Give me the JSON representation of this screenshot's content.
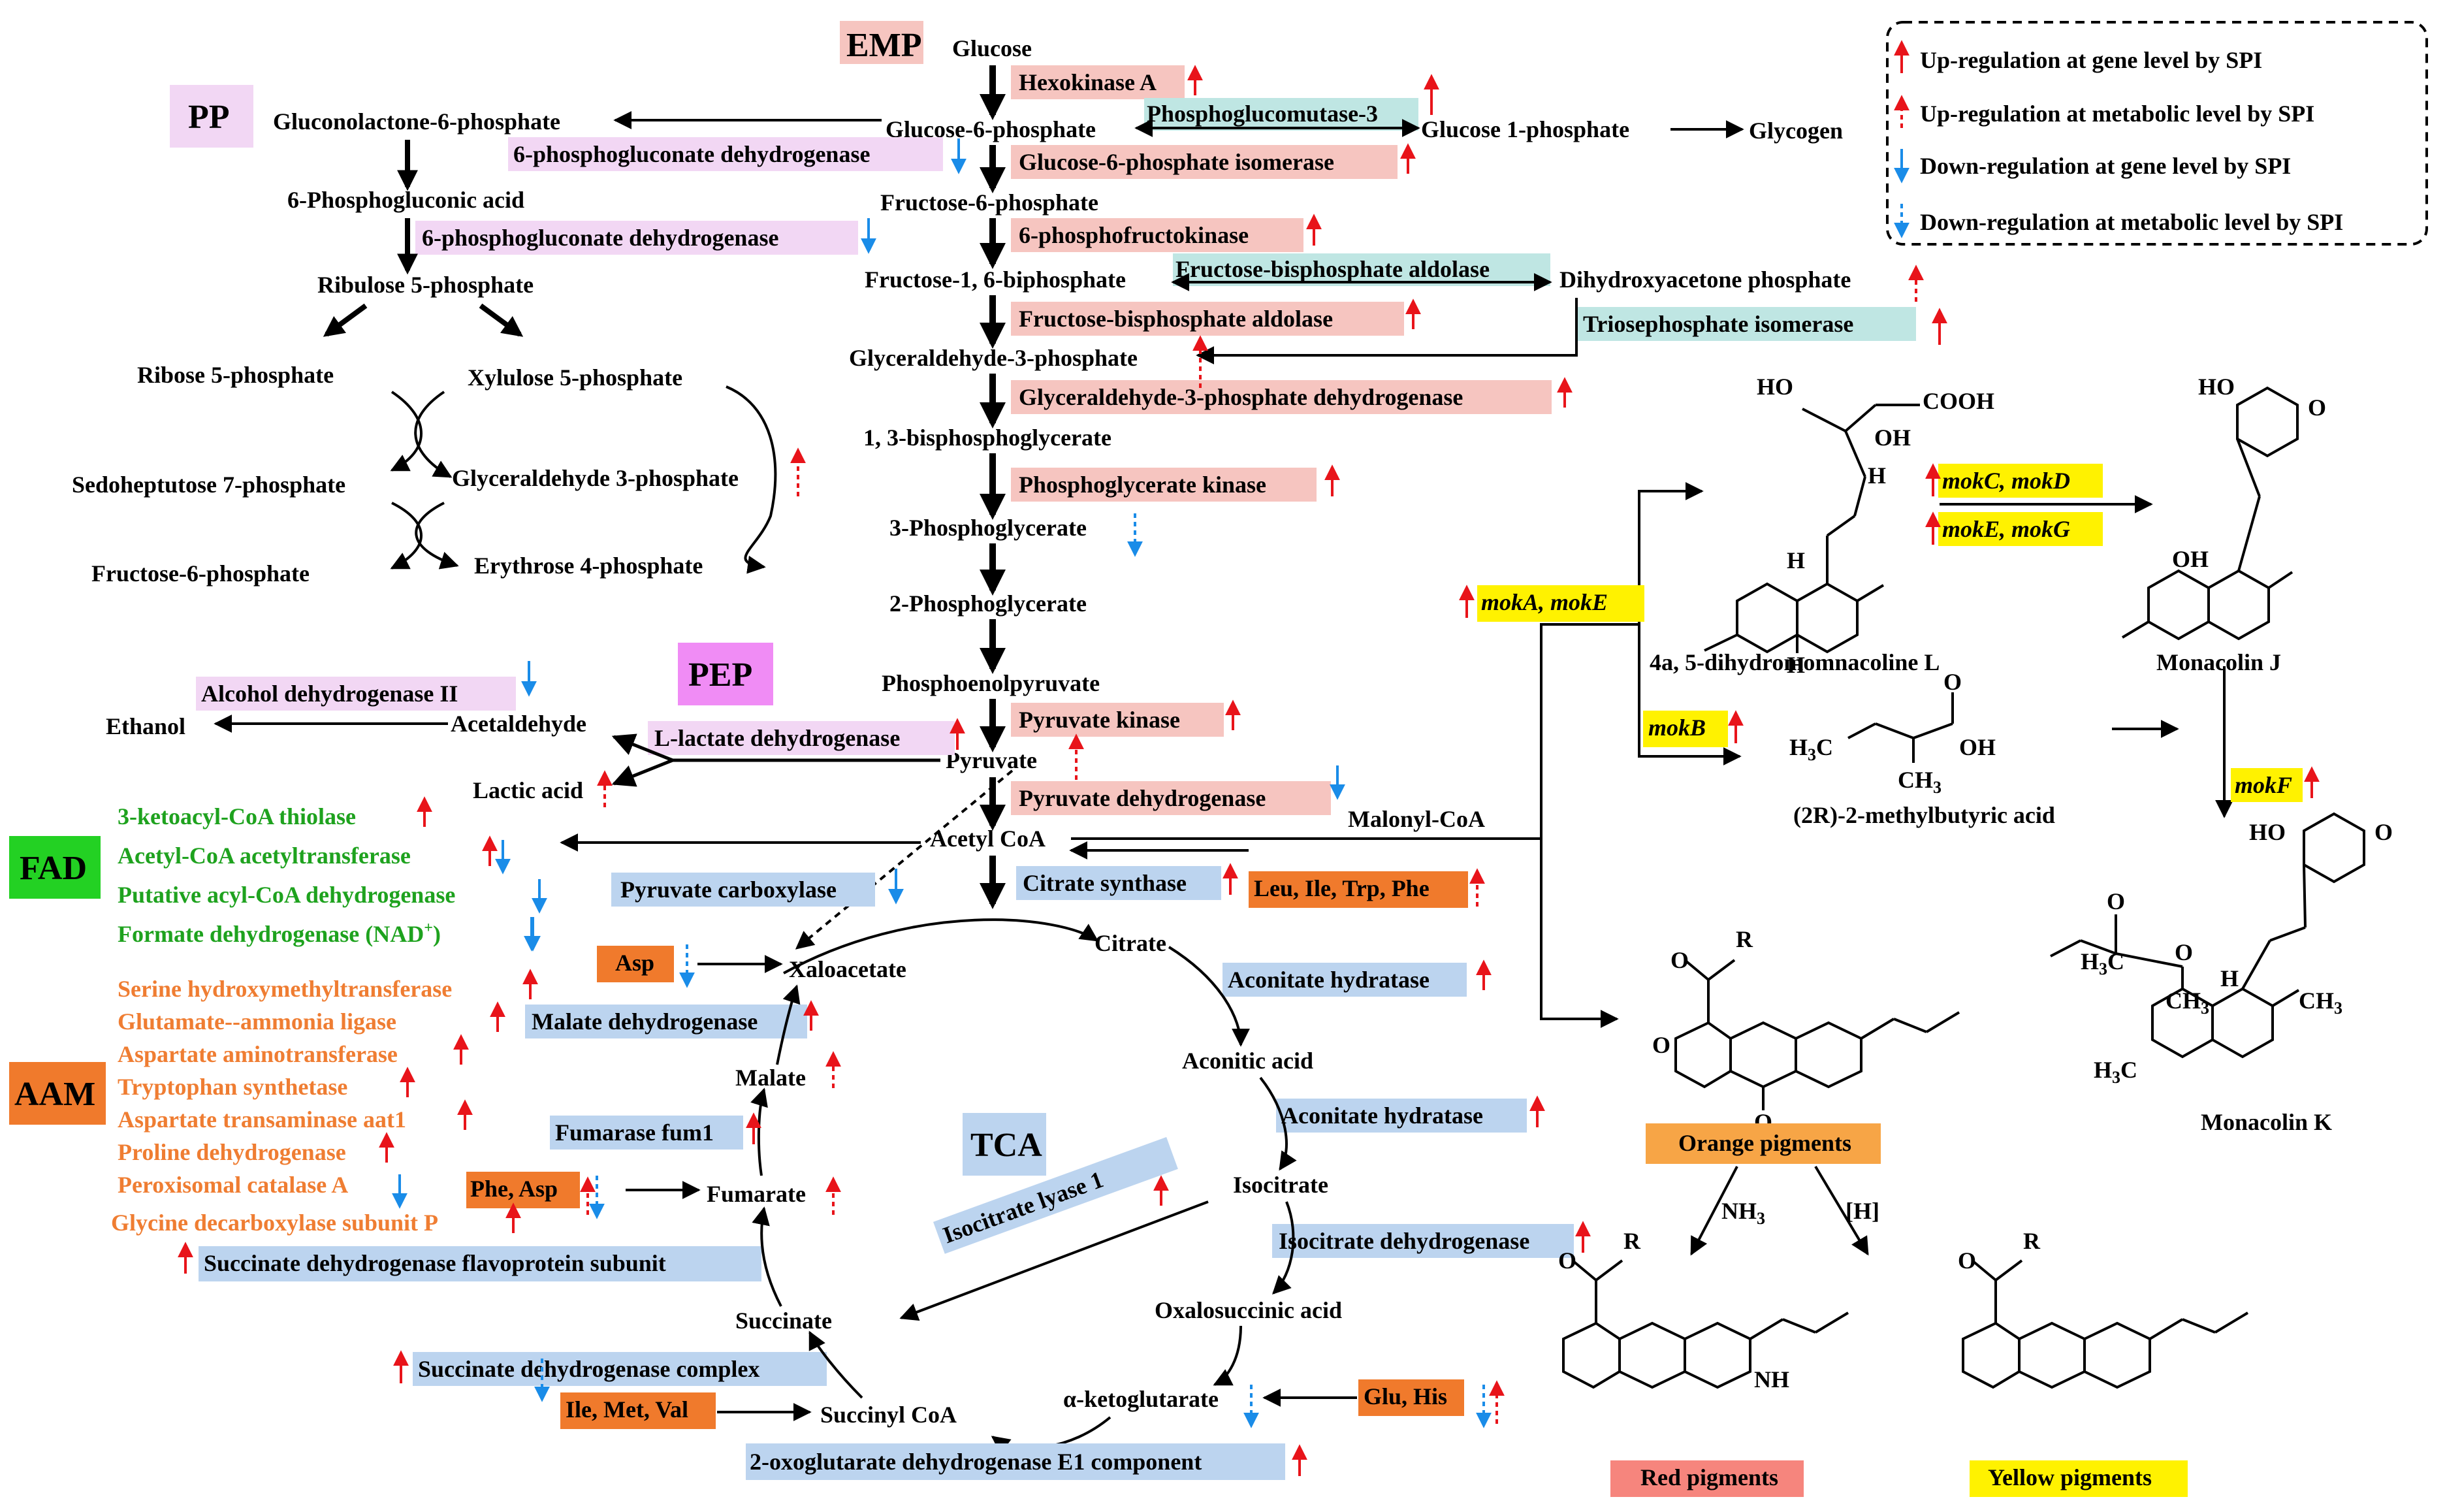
{
  "colors": {
    "emp": "#f6c5c0",
    "pp": "#f2d7f4",
    "pep": "#f08cf5",
    "tca": "#bcd4ef",
    "teal": "#bfe6e3",
    "aa_box": "#f07a2c",
    "fad": "#23d123",
    "aam": "#f07a2c",
    "gene_highlight": "#fff200",
    "orange_pig": "#f7a546",
    "red_pig": "#f6857d",
    "yellow_pig": "#fff200",
    "up": "#e8141a",
    "down": "#1a8ce8",
    "green_text": "#1ea21e",
    "orange_text": "#ef7d32"
  },
  "legend": {
    "items": [
      {
        "label": "Up-regulation at gene level by SPI",
        "icon": "up-arrow-solid-icon"
      },
      {
        "label": "Up-regulation at metabolic level by SPI",
        "icon": "up-arrow-dashed-icon"
      },
      {
        "label": "Down-regulation at gene level by SPI",
        "icon": "down-arrow-solid-icon"
      },
      {
        "label": "Down-regulation at metabolic level by SPI",
        "icon": "down-arrow-dashed-icon"
      }
    ]
  },
  "sections": {
    "emp": "EMP",
    "pp": "PP",
    "pep": "PEP",
    "tca": "TCA",
    "fad": "FAD",
    "aam": "AAM"
  },
  "metabolites": {
    "glucose": "Glucose",
    "g6p": "Glucose-6-phosphate",
    "g1p": "Glucose 1-phosphate",
    "glycogen": "Glycogen",
    "f6p": "Fructose-6-phosphate",
    "f16bp": "Fructose-1, 6-biphosphate",
    "dhap": "Dihydroxyacetone phosphate",
    "g3p": "Glyceraldehyde-3-phosphate",
    "bpg": "1, 3-bisphosphoglycerate",
    "pg3": "3-Phosphoglycerate",
    "pg2": "2-Phosphoglycerate",
    "pep": "Phosphoenolpyruvate",
    "pyruvate": "Pyruvate",
    "acetyl_coa": "Acetyl CoA",
    "malonyl_coa": "Malonyl-CoA",
    "citrate": "Citrate",
    "aconitic": "Aconitic acid",
    "isocitrate": "Isocitrate",
    "oxalosuccinic": "Oxalosuccinic acid",
    "akg": "α-ketoglutarate",
    "succinyl_coa": "Succinyl  CoA",
    "succinate": "Succinate",
    "fumarate": "Fumarate",
    "malate": "Malate",
    "oxaloacetate": "Xaloacetate",
    "gluconolactone": "Gluconolactone-6-phosphate",
    "pgluconic": "6-Phosphogluconic acid",
    "ribulose": "Ribulose 5-phosphate",
    "ribose": "Ribose 5-phosphate",
    "xylulose": "Xylulose 5-phosphate",
    "sedoheptulose": "Sedoheptutose 7-phosphate",
    "gap_pp": "Glyceraldehyde 3-phosphate",
    "f6p_pp": "Fructose-6-phosphate",
    "erythrose": "Erythrose 4-phosphate",
    "ethanol": "Ethanol",
    "acetaldehyde": "Acetaldehyde",
    "lactic": "Lactic acid",
    "dihydromonacolin": "4a, 5-dihydromomnacoline L",
    "monacolin_j": "Monacolin J",
    "monacolin_k": "Monacolin K",
    "methylbutyric": "(2R)-2-methylbutyric acid",
    "nh3": "NH",
    "nh3_sub": "3",
    "h_reduce": "[H]"
  },
  "enzymes": {
    "hexokinase": "Hexokinase A",
    "phosphoglucomutase": "Phosphoglucomutase-3",
    "gpi": "Glucose-6-phosphate isomerase",
    "pfk": "6-phosphofructokinase",
    "fba_teal": "Fructose-bisphosphate aldolase",
    "fba": "Fructose-bisphosphate aldolase",
    "tpi": "Triosephosphate isomerase",
    "gapdh": "Glyceraldehyde-3-phosphate dehydrogenase",
    "pgk": "Phosphoglycerate kinase",
    "pk": "Pyruvate kinase",
    "pdh": "Pyruvate dehydrogenase",
    "ldh": "L-lactate dehydrogenase",
    "adh": "Alcohol dehydrogenase II",
    "pgd1": "6-phosphogluconate dehydrogenase",
    "pgd2": "6-phosphogluconate dehydrogenase",
    "pc": "Pyruvate carboxylase",
    "cs": "Citrate synthase",
    "aco1": "Aconitate hydratase",
    "aco2": "Aconitate hydratase",
    "idh": "Isocitrate dehydrogenase",
    "icl": "Isocitrate lyase 1",
    "mdh": "Malate dehydrogenase",
    "fum": "Fumarase fum1",
    "sdh_fp": "Succinate dehydrogenase flavoprotein subunit",
    "sdh_complex": "Succinate dehydrogenase complex",
    "ogdh": "2-oxoglutarate dehydrogenase E1 component"
  },
  "amino_acid_boxes": {
    "leu": "Leu, Ile, Trp, Phe",
    "asp": "Asp",
    "phe_asp": "Phe, Asp",
    "ile_met": "Ile, Met, Val",
    "glu_his": "Glu, His"
  },
  "fad_list": [
    "3-ketoacyl-CoA thiolase",
    "Acetyl-CoA acetyltransferase",
    "Putative acyl-CoA dehydrogenase",
    "Formate dehydrogenase (NAD"
  ],
  "fad_superscript": "+",
  "fad_close": ")",
  "aam_list": [
    "Serine hydroxymethyltransferase",
    "Glutamate--ammonia ligase",
    "Aspartate aminotransferase",
    "Tryptophan synthetase",
    "Aspartate transaminase aat1",
    "Proline dehydrogenase",
    "Peroxisomal catalase A",
    "Glycine decarboxylase subunit P"
  ],
  "genes": {
    "mokae": "mokA, mokE",
    "mokcd": "mokC, mokD",
    "mokeg": "mokE, mokG",
    "mokb": "mokB",
    "mokf": "mokF"
  },
  "pigments": {
    "orange": "Orange pigments",
    "red": "Red pigments",
    "yellow": "Yellow pigments"
  },
  "structure_labels": {
    "ho": "HO",
    "cooh": "COOH",
    "oh": "OH",
    "h": "H",
    "o": "O",
    "r": "R",
    "nh": "NH",
    "h3c": "H",
    "ch3": "CH",
    "sub3": "3",
    "c": "C"
  }
}
